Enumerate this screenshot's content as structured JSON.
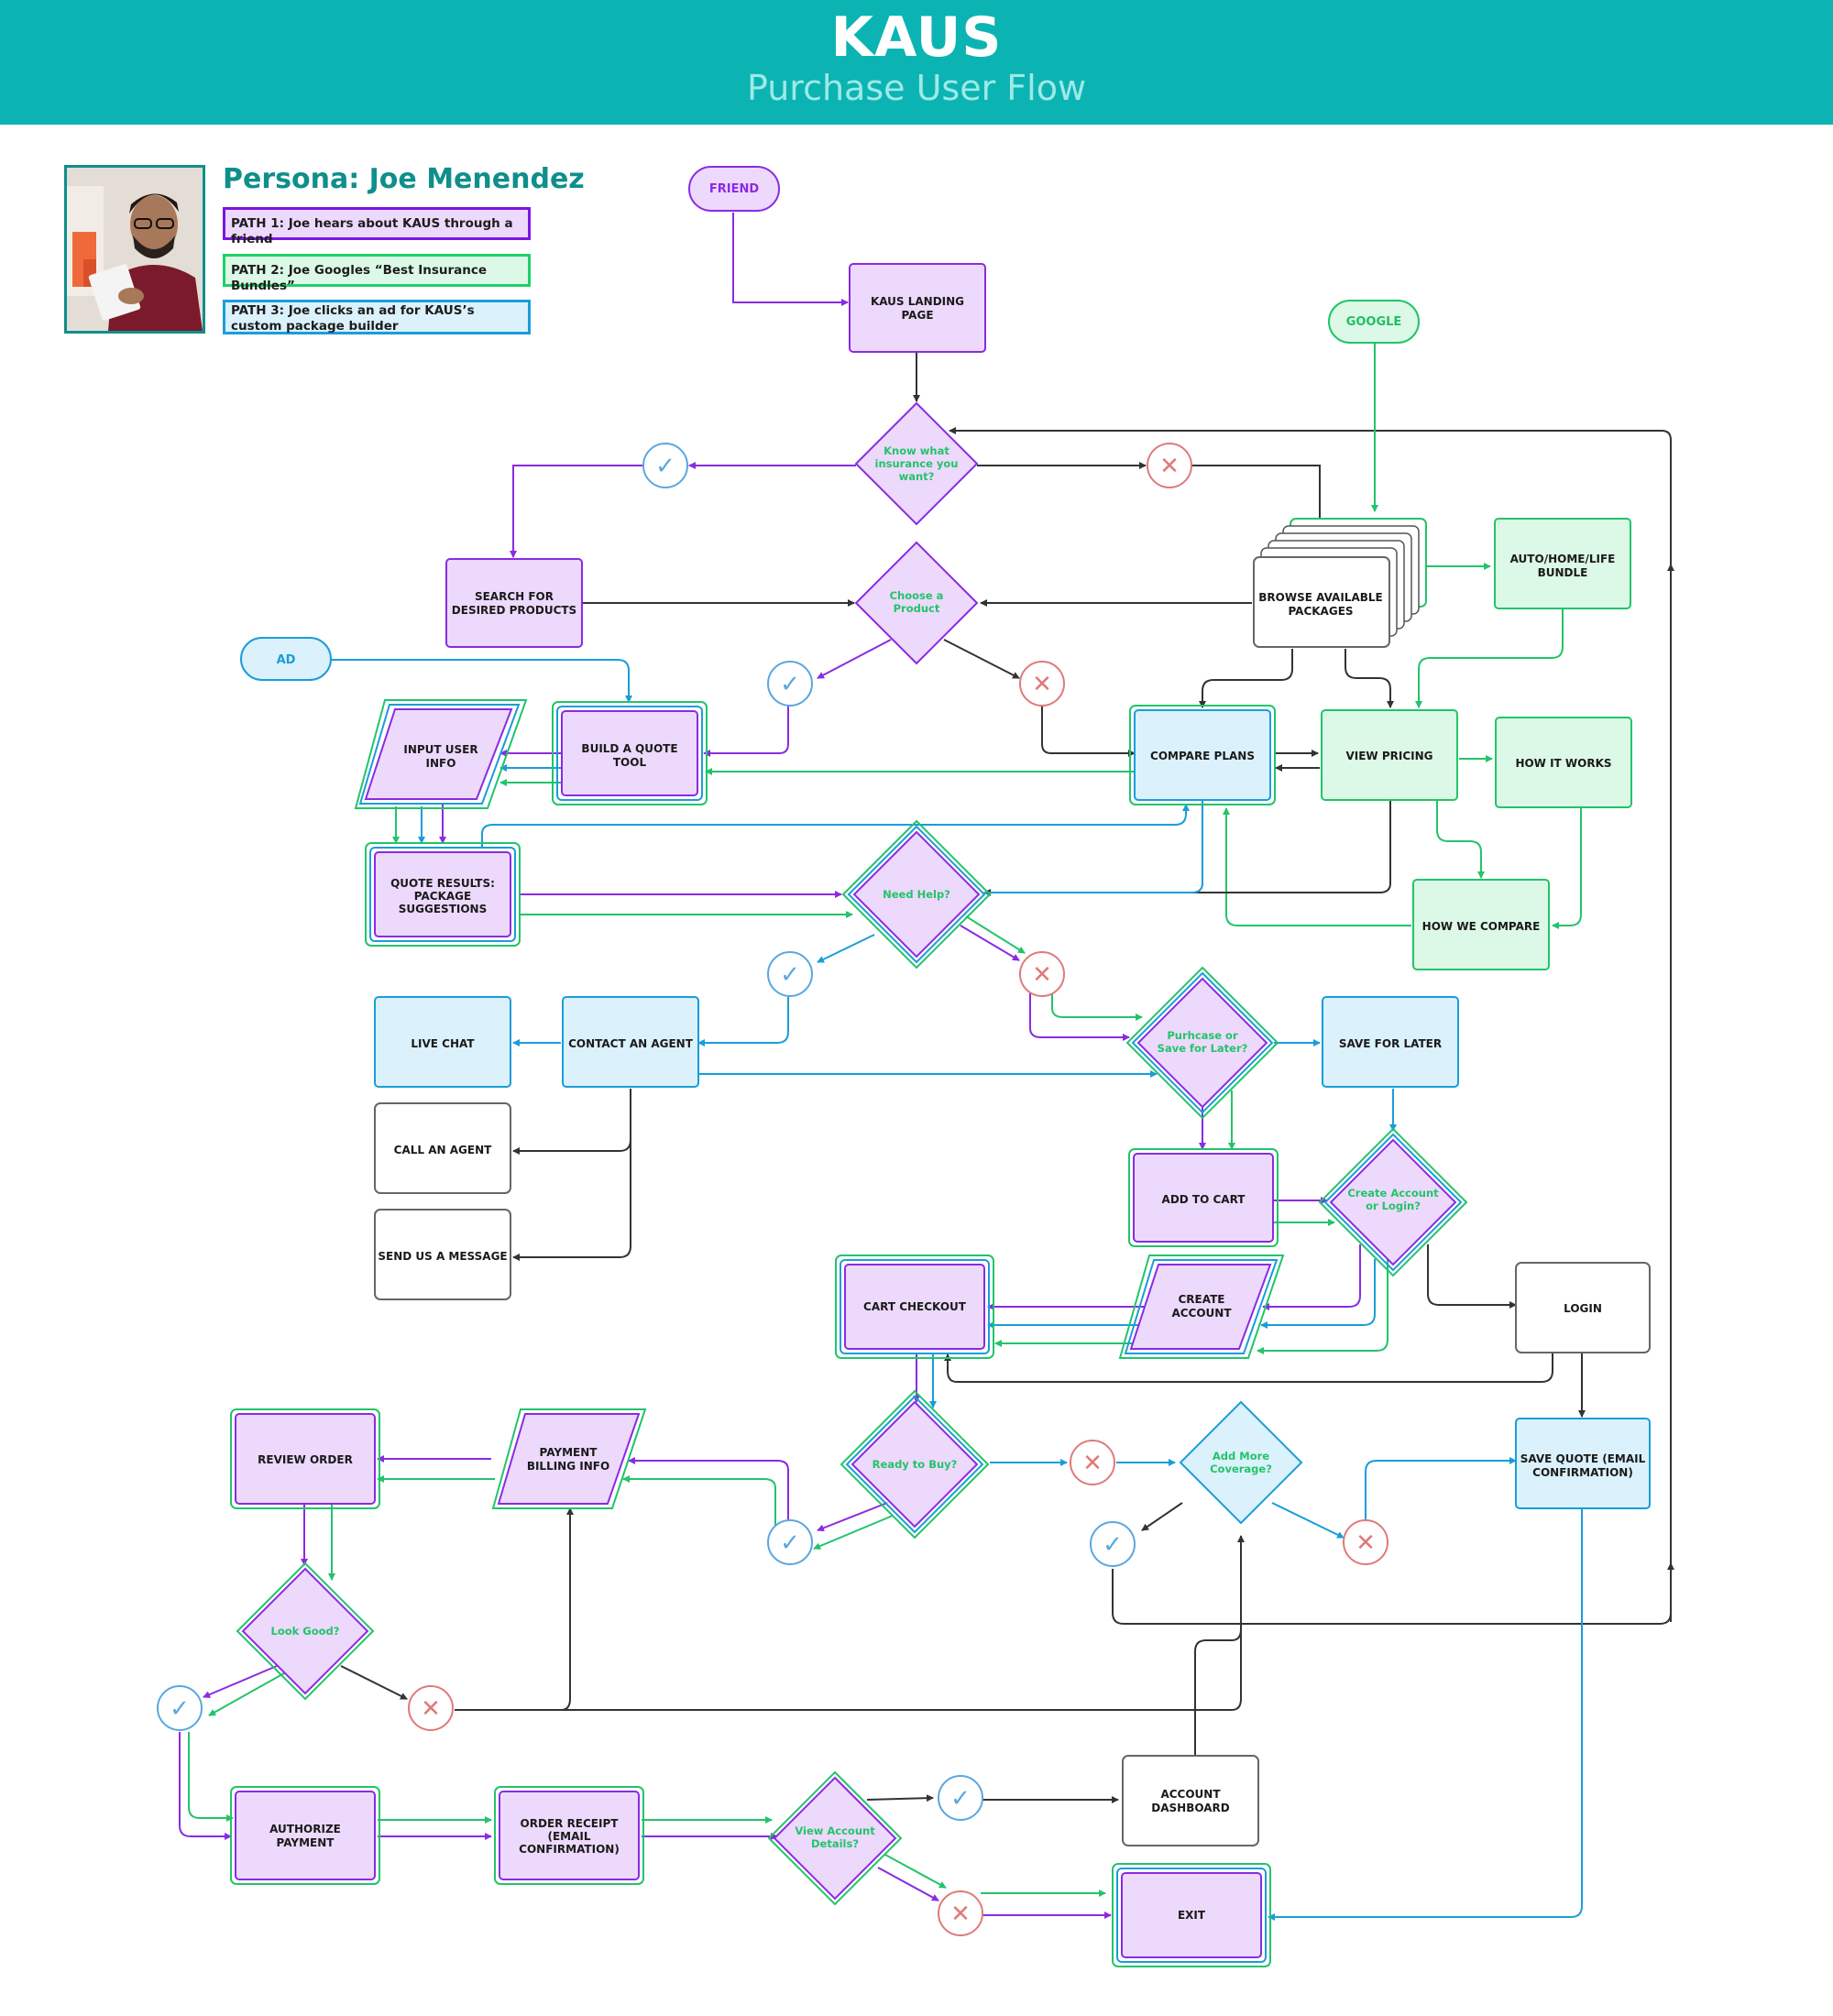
{
  "header": {
    "title": "KAUS",
    "subtitle": "Purchase User Flow"
  },
  "persona": {
    "title": "Persona: Joe Menendez",
    "paths": [
      {
        "label": "PATH 1: Joe hears about KAUS through a friend",
        "color": "#7b16e4"
      },
      {
        "label": "PATH 2: Joe Googles “Best Insurance Bundles”",
        "color": "#1fd06a"
      },
      {
        "label": "PATH 3: Joe clicks an ad for KAUS’s custom package builder",
        "color": "#1a9dd9"
      }
    ]
  },
  "colors": {
    "header": "#0bb4b2",
    "path1": "#8a2be2",
    "path2": "#22c46a",
    "path3": "#1a9dd9",
    "neutral": "#333333",
    "yes": "#5aa7e0",
    "no": "#e07a7a"
  },
  "terminals": {
    "friend": "FRIEND",
    "google": "GOOGLE",
    "ad": "AD"
  },
  "nodes": {
    "landing": [
      "KAUS LANDING",
      "PAGE"
    ],
    "search": [
      "SEARCH FOR",
      "DESIRED PRODUCTS"
    ],
    "browse": [
      "BROWSE AVAILABLE",
      "PACKAGES"
    ],
    "bundle": [
      "AUTO/HOME/LIFE",
      "BUNDLE"
    ],
    "input_user": [
      "INPUT USER",
      "INFO"
    ],
    "build_quote": [
      "BUILD A QUOTE",
      "TOOL"
    ],
    "compare": [
      "COMPARE PLANS"
    ],
    "view_pricing": [
      "VIEW PRICING"
    ],
    "how_it_works": [
      "HOW IT WORKS"
    ],
    "quote_results": [
      "QUOTE RESULTS:",
      "PACKAGE",
      "SUGGESTIONS"
    ],
    "how_we_compare": [
      "HOW WE COMPARE"
    ],
    "live_chat": [
      "LIVE CHAT"
    ],
    "contact_agent": [
      "CONTACT AN AGENT"
    ],
    "save_later": [
      "SAVE FOR LATER"
    ],
    "call_agent": [
      "CALL AN AGENT"
    ],
    "send_message": [
      "SEND US A MESSAGE"
    ],
    "add_cart": [
      "ADD TO CART"
    ],
    "cart_checkout": [
      "CART CHECKOUT"
    ],
    "create_account": [
      "CREATE",
      "ACCOUNT"
    ],
    "login": [
      "LOGIN"
    ],
    "review_order": [
      "REVIEW ORDER"
    ],
    "payment": [
      "PAYMENT",
      "BILLING INFO"
    ],
    "save_quote": [
      "SAVE QUOTE (EMAIL",
      "CONFIRMATION)"
    ],
    "authorize": [
      "AUTHORIZE",
      "PAYMENT"
    ],
    "receipt": [
      "ORDER RECEIPT",
      "(EMAIL",
      "CONFIRMATION)"
    ],
    "account_dashboard": [
      "ACCOUNT",
      "DASHBOARD"
    ],
    "exit": [
      "EXIT"
    ]
  },
  "decisions": {
    "know_insurance": [
      "Know what",
      "insurance you",
      "want?"
    ],
    "choose_product": [
      "Choose a",
      "Product"
    ],
    "need_help": [
      "Need Help?"
    ],
    "purchase_save": [
      "Purhcase or",
      "Save for Later?"
    ],
    "create_login": [
      "Create Account",
      "or Login?"
    ],
    "ready_buy": [
      "Ready to Buy?"
    ],
    "add_coverage": [
      "Add More",
      "Coverage?"
    ],
    "look_good": [
      "Look Good?"
    ],
    "view_account": [
      "View Account",
      "Details?"
    ]
  },
  "markers": {
    "yes": "✓",
    "no": "✕"
  }
}
